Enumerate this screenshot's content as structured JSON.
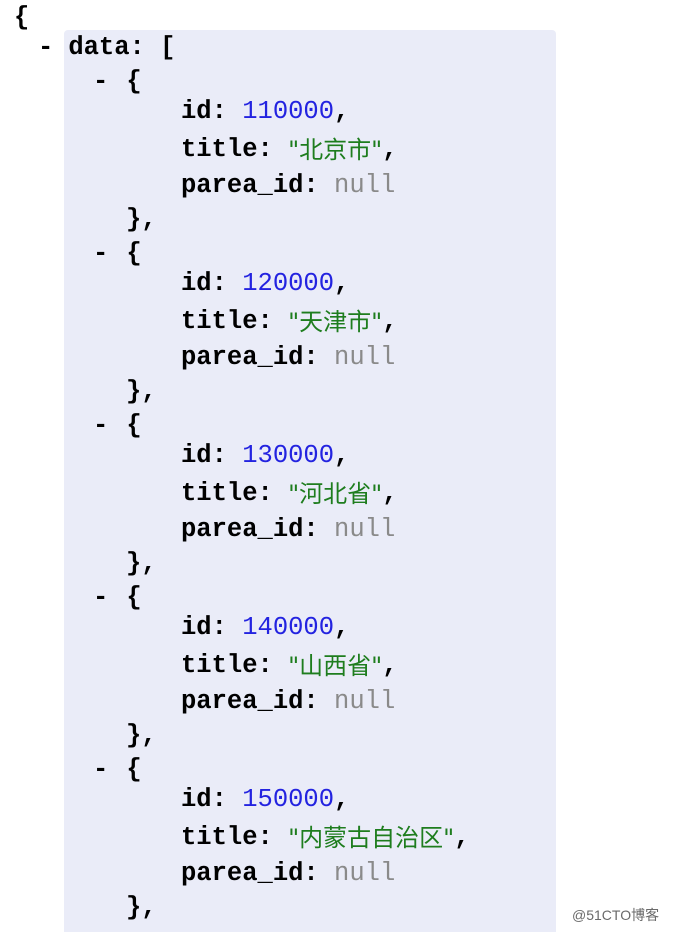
{
  "json_viewer": {
    "root_open": "{",
    "toggle_symbol": "-",
    "array_key": "data",
    "array_open": "[",
    "object_open": "{",
    "object_close": "},",
    "keys": {
      "id": "id",
      "title": "title",
      "parent": "parea_id"
    },
    "items": [
      {
        "id": "110000",
        "title": "\"北京市\"",
        "parea_id": "null"
      },
      {
        "id": "120000",
        "title": "\"天津市\"",
        "parea_id": "null"
      },
      {
        "id": "130000",
        "title": "\"河北省\"",
        "parea_id": "null"
      },
      {
        "id": "140000",
        "title": "\"山西省\"",
        "parea_id": "null"
      },
      {
        "id": "150000",
        "title": "\"内蒙古自治区\"",
        "parea_id": "null"
      }
    ],
    "colors": {
      "highlight_bg": "#eaecf8",
      "number": "#2323e0",
      "string": "#1e7d1e",
      "null": "#8a8a8a",
      "key": "#000000"
    }
  },
  "watermark": "@51CTO博客"
}
